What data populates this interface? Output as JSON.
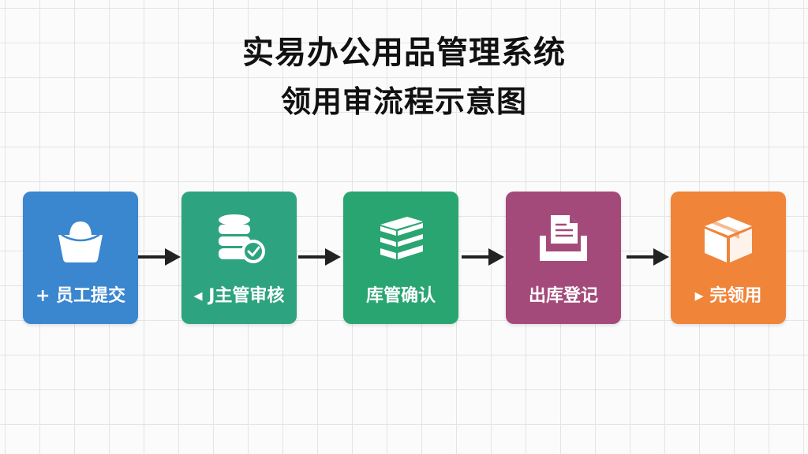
{
  "title_line1": "实易办公用品管理系统",
  "title_line2": "领用审流程示意图",
  "steps": [
    {
      "label": "+ 员工提交",
      "color": "#3a86cf",
      "icon": "bucket-icon"
    },
    {
      "label": "◂ J主管审核",
      "color": "#2ea37f",
      "icon": "database-check-icon"
    },
    {
      "label": "库管确认",
      "color": "#29a572",
      "icon": "stack-layers-icon"
    },
    {
      "label": "出库登记",
      "color": "#a44a7a",
      "icon": "document-tray-icon"
    },
    {
      "label": "▸ 完领用",
      "color": "#f08438",
      "icon": "package-box-icon"
    }
  ],
  "arrow_color": "#222222"
}
